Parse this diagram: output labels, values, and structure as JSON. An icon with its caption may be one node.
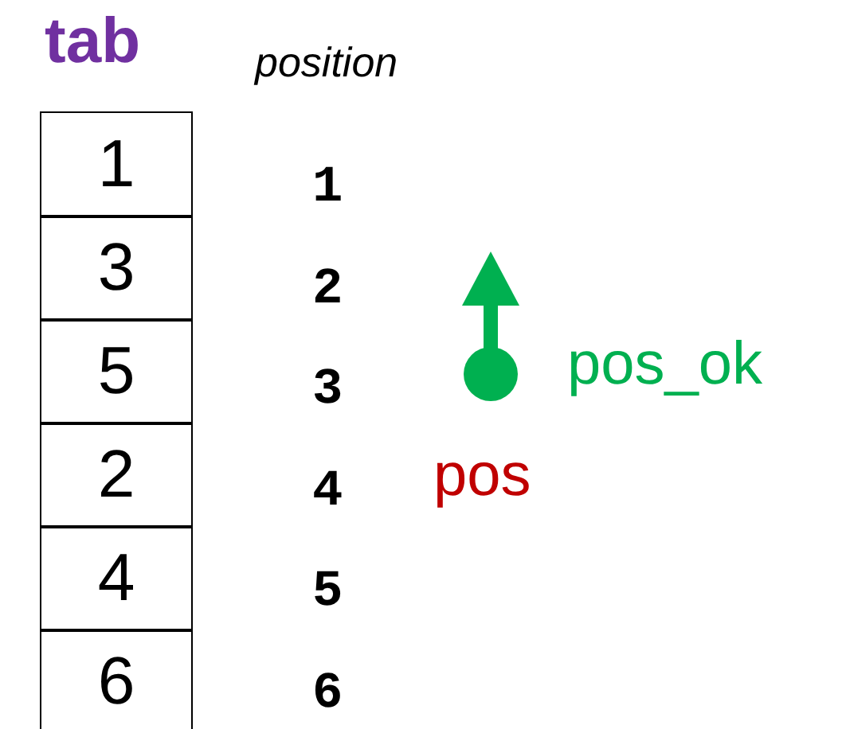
{
  "diagram": {
    "nodes": [
      {
        "text": [
          "1"
        ]
      },
      {
        "text": [
          "3"
        ]
      },
      {
        "text": [
          "5"
        ]
      },
      {
        "text": [
          "2"
        ]
      },
      {
        "text": [
          "4"
        ]
      },
      {
        "text": [
          "6"
        ]
      }
    ],
    "labels": [
      "tab",
      "position",
      "1",
      "2",
      "3",
      "4",
      "5",
      "6",
      "pos_ok",
      "pos"
    ]
  }
}
